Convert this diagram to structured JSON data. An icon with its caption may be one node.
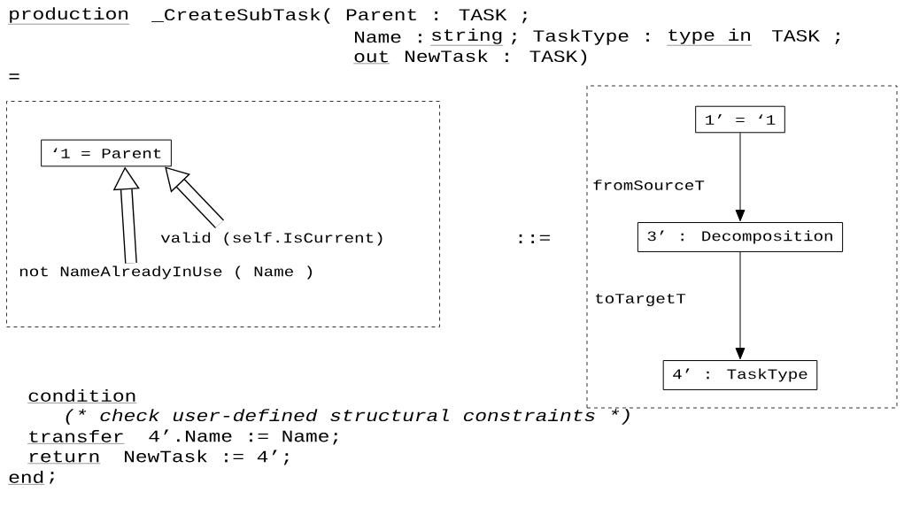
{
  "diagram": {
    "nodes": [
      {
        "text": [],
        "shape": "box"
      },
      {
        "text": [
          "‘1 = Parent"
        ],
        "in": 0
      },
      {
        "text": [
          "valid (self.IsCurrent)"
        ],
        "in": 0
      },
      {
        "text": [
          "not NameAlreadyInUse ( Name )"
        ],
        "in": 0
      },
      {
        "text": [],
        "shape": "box"
      },
      {
        "text": [
          "1’ = ‘1"
        ],
        "in": 4
      },
      {
        "text": [
          "3’ : Decomposition"
        ],
        "in": 4
      },
      {
        "text": [
          "4’ : TaskType"
        ],
        "in": 4
      }
    ],
    "edges": [
      {
        "from": 3,
        "to": 1,
        "arrow": "to",
        "style": "thick"
      },
      {
        "from": 2,
        "to": 1,
        "arrow": "to",
        "style": "thick"
      },
      {
        "from": 5,
        "to": 6,
        "arrow": "to",
        "label": "fromSourceT"
      },
      {
        "from": 6,
        "to": 7,
        "arrow": "to",
        "label": "toTargetT"
      }
    ],
    "labels": [
      "production",
      "_CreateSubTask( Parent : TASK ;",
      "Name :",
      "string",
      "; TaskType :",
      "type in",
      "TASK ;",
      "out",
      "NewTask : TASK)",
      "=",
      "::=",
      "condition",
      "(* check user-defined structural constraints *)",
      "transfer",
      "4’.Name := Name;",
      "return",
      "NewTask := 4’;",
      "end",
      ";"
    ]
  }
}
